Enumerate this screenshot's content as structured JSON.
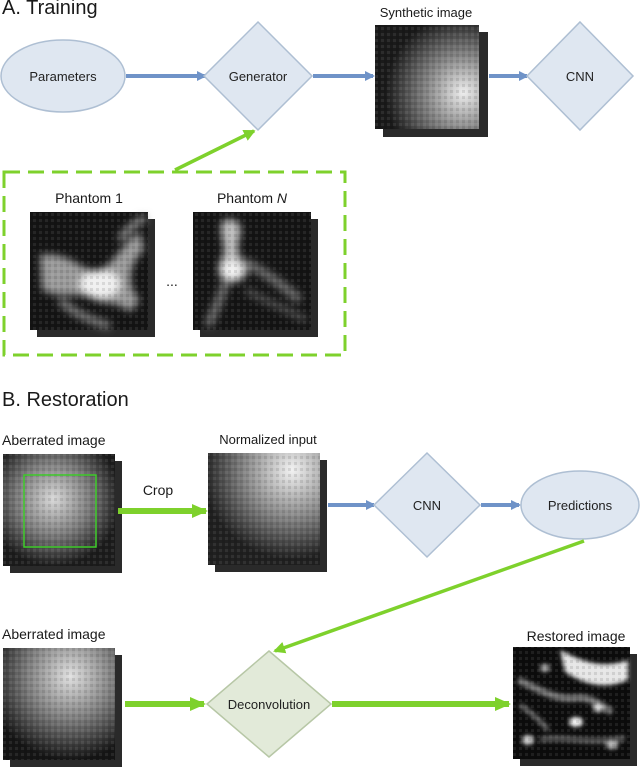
{
  "training": {
    "title": "A. Training",
    "parameters": "Parameters",
    "generator": "Generator",
    "synthetic_image": "Synthetic image",
    "cnn": "CNN",
    "phantom_1": "Phantom 1",
    "phantom_n_prefix": "Phantom ",
    "phantom_n_var": "N",
    "ellipsis": "..."
  },
  "restoration": {
    "title": "B. Restoration",
    "aberrated_image_top": "Aberrated image",
    "crop": "Crop",
    "normalized_input": "Normalized input",
    "cnn": "CNN",
    "predictions": "Predictions",
    "aberrated_image_bottom": "Aberrated image",
    "deconvolution": "Deconvolution",
    "restored_image": "Restored image"
  },
  "colors": {
    "node_fill": "#dfe7f1",
    "node_stroke": "#aebfd3",
    "blue_arrow": "#6f93c8",
    "green_arrow": "#7ed12c",
    "deconv_fill": "#e2ead9",
    "deconv_stroke": "#b7c7a6",
    "crop_box": "#3fcc2a"
  }
}
